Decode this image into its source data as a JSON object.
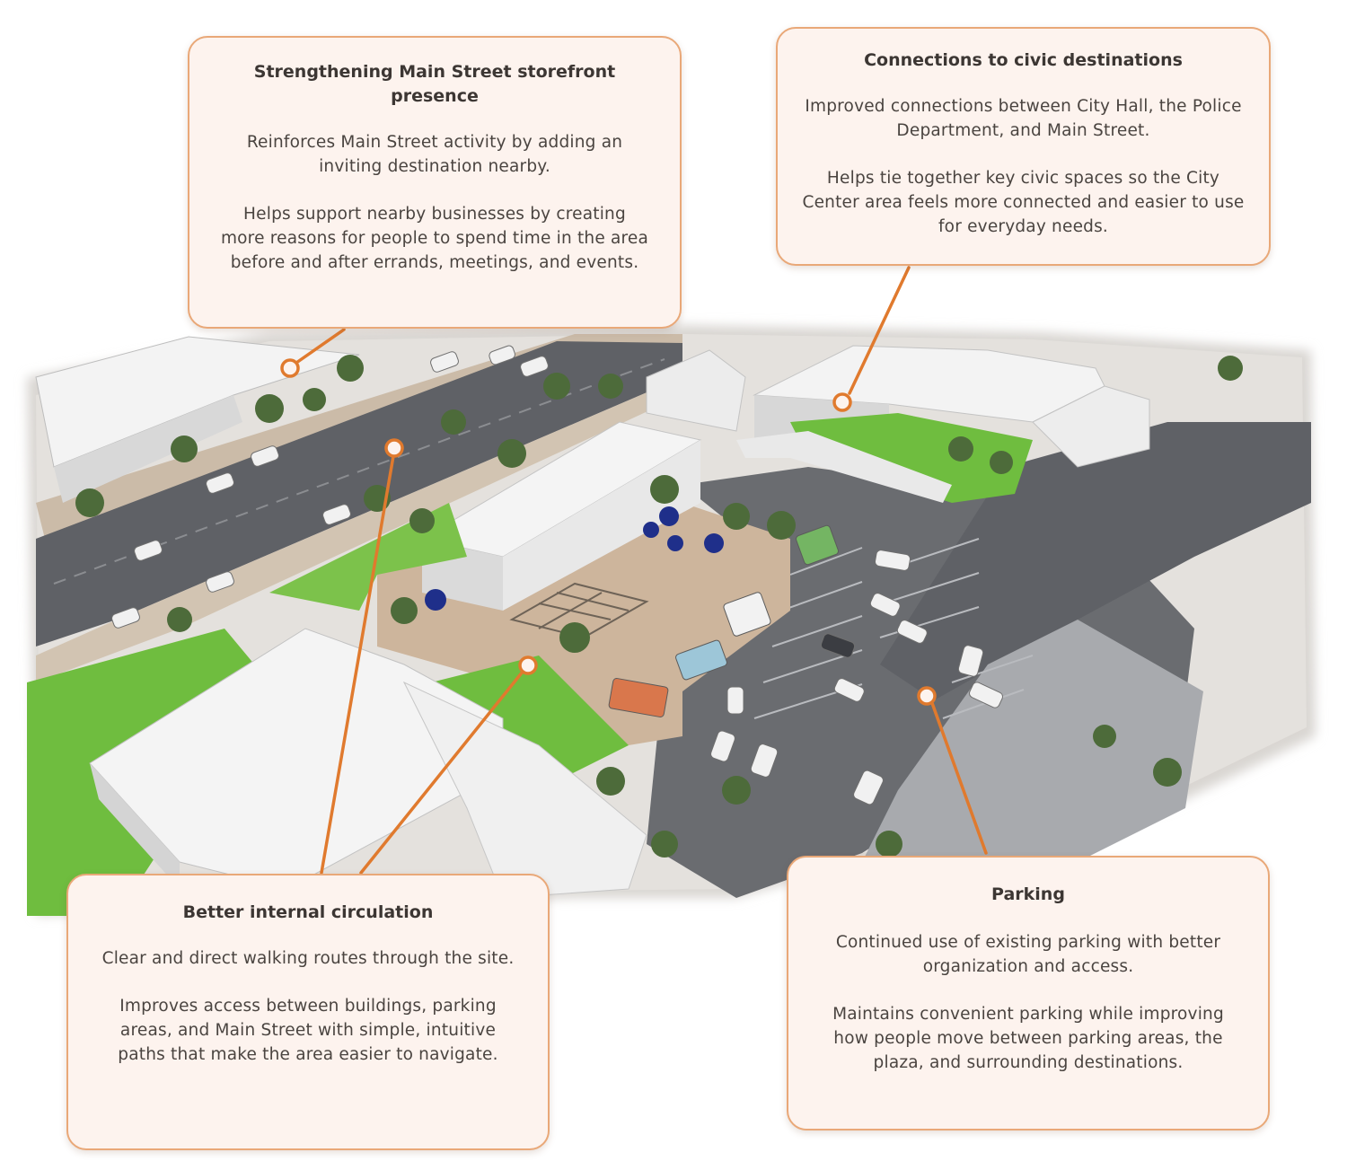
{
  "callouts": {
    "main_street": {
      "title": "Strengthening Main Street storefront presence",
      "body1": "Reinforces Main Street activity by adding an inviting destination nearby.",
      "body2": "Helps support nearby businesses by creating more reasons for people to spend time in the area before and after errands, meetings, and events."
    },
    "civic": {
      "title": "Connections to civic destinations",
      "body1": "Improved connections between City Hall, the Police Department, and Main Street.",
      "body2": "Helps tie together key civic spaces so the City Center area feels more connected and easier to use for everyday needs."
    },
    "circulation": {
      "title": "Better internal circulation",
      "body1": "Clear and direct walking routes through the site.",
      "body2": "Improves access between buildings, parking areas, and Main Street with simple, intuitive paths that make the area easier to navigate."
    },
    "parking": {
      "title": "Parking",
      "body1": "Continued use of existing parking with better organization and access.",
      "body2": "Maintains convenient parking while improving how people move between parking areas, the plaza, and surrounding destinations."
    }
  },
  "colors": {
    "callout_border": "#e9a878",
    "callout_fill": "#fdf3ee",
    "leader_line": "#e07a2e",
    "road": "#5f6166",
    "parking_lot": "#6a6c70",
    "grass": "#6fbd3f",
    "building_roof": "#f3f3f3",
    "plaza": "#cdb59c",
    "umbrella": "#1f2f8a"
  }
}
